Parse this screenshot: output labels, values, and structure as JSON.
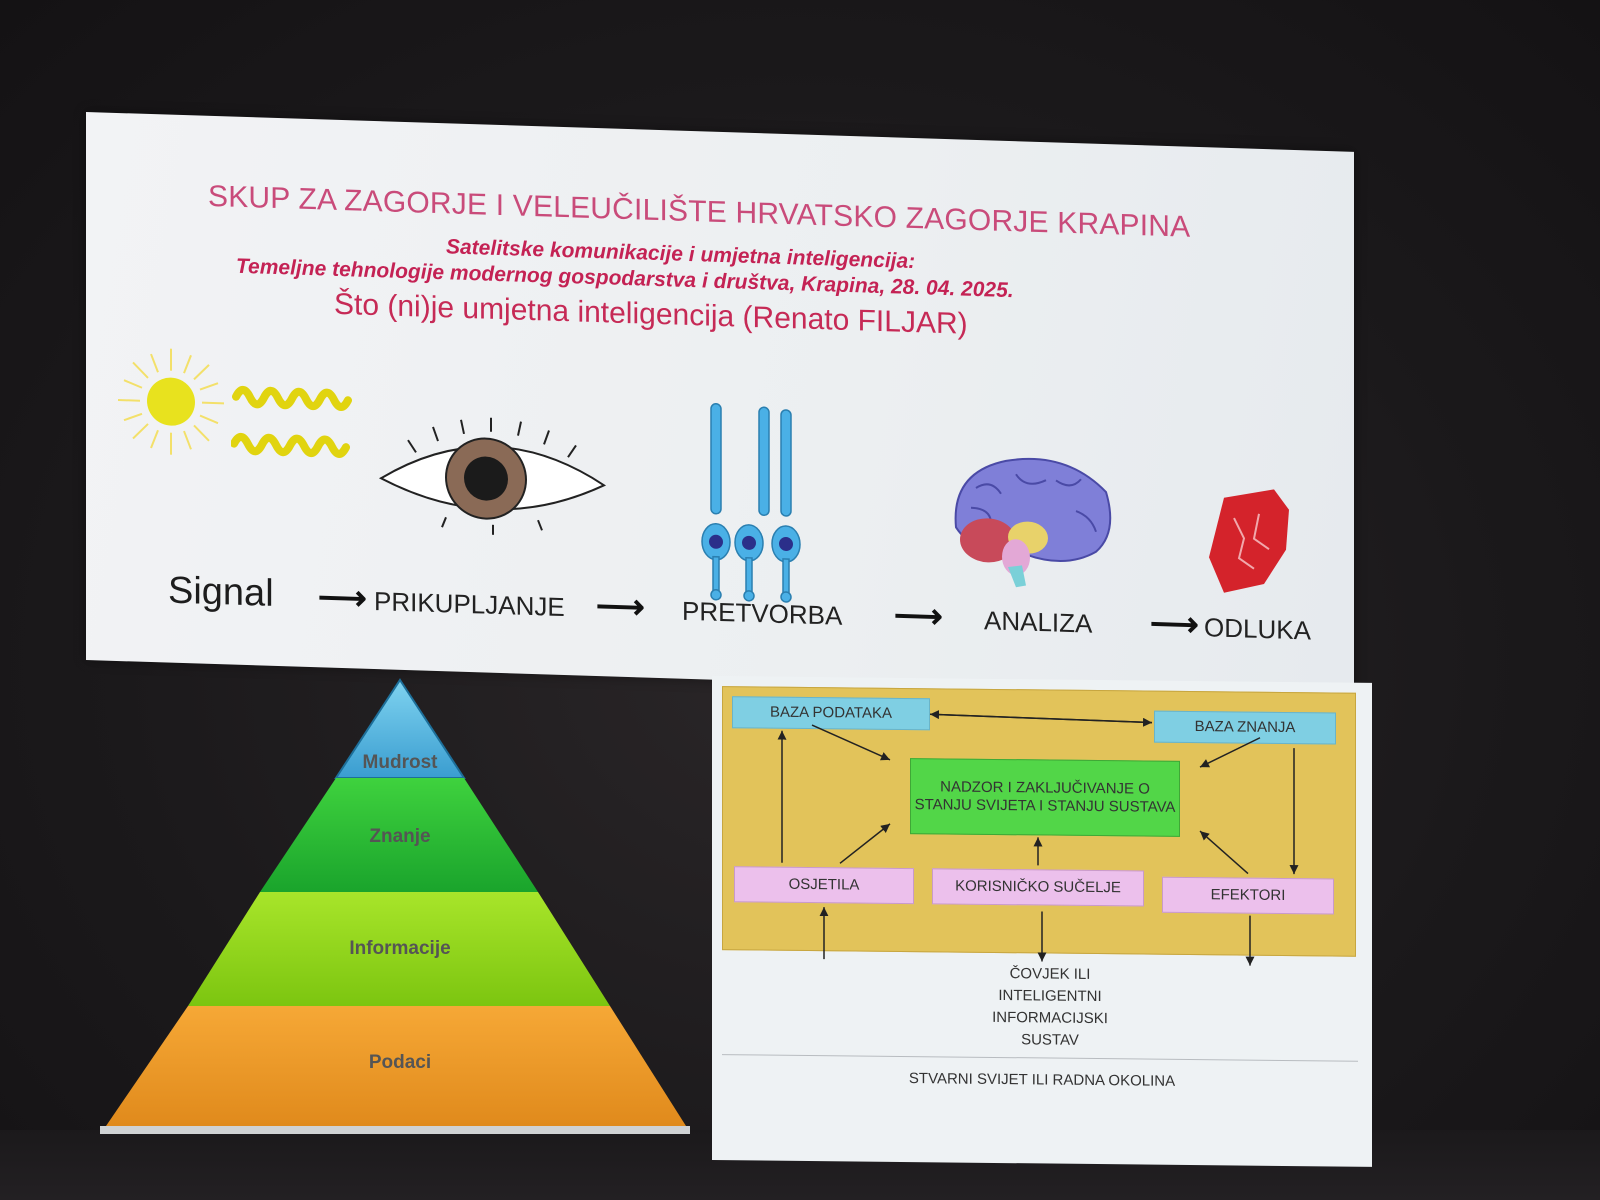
{
  "slide": {
    "title": "SKUP ZA ZAGORJE I VELEUČILIŠTE HRVATSKO ZAGORJE KRAPINA",
    "subtitle_line1": "Satelitske komunikacije i umjetna inteligencija:",
    "subtitle_line2": "Temeljne tehnologije modernog gospodarstva i društva, Krapina, 28. 04. 2025.",
    "talk": "Što (ni)je umjetna inteligencija (Renato FILJAR)",
    "flow": [
      "Signal",
      "PRIKUPLJANJE",
      "PRETVORBA",
      "ANALIZA",
      "ODLUKA"
    ],
    "icons": [
      "sun-icon",
      "wave-icon",
      "eye-icon",
      "photoreceptor-icon",
      "brain-icon",
      "fist-icon"
    ]
  },
  "pyramid": {
    "levels": [
      "Mudrost",
      "Znanje",
      "Informacije",
      "Podaci"
    ],
    "colors": [
      "#5ab9e0",
      "#2ec24a",
      "#8ed81c",
      "#f09a28"
    ]
  },
  "diagram": {
    "baza_podataka": "BAZA PODATAKA",
    "baza_znanja": "BAZA ZNANJA",
    "nadzor": "NADZOR I ZAKLJUČIVANJE O STANJU SVIJETA I STANJU SUSTAVA",
    "osjetila": "OSJETILA",
    "sucelje": "KORISNIČKO SUČELJE",
    "efektori": "EFEKTORI",
    "covjek": "ČOVJEK ILI INTELIGENTNI INFORMACIJSKI SUSTAV",
    "svijet": "STVARNI SVIJET ILI RADNA OKOLINA"
  }
}
